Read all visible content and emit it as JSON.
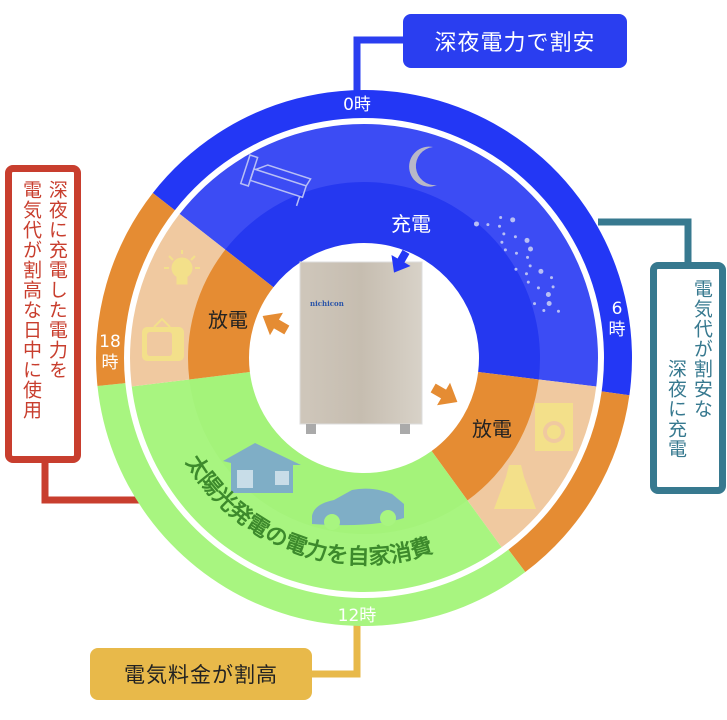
{
  "callouts": {
    "top": "深夜電力で割安",
    "bottom": "電気料金が割高",
    "right": [
      "電気代が割安な",
      "深夜に充電"
    ],
    "left": [
      "深夜に充電した電力を",
      "電気代が割高な日中に使用"
    ]
  },
  "hours": {
    "h0": "0時",
    "h6": [
      "6",
      "時"
    ],
    "h12": "12時",
    "h18": [
      "18",
      "時"
    ]
  },
  "labels": {
    "charge": "充電",
    "discharge_left": "放電",
    "discharge_right": "放電",
    "solar": "太陽光発電の電力を自家消費"
  },
  "battery": {
    "brand": "nichicon"
  },
  "colors": {
    "night_blue": "#2337f5",
    "night_blue_light": "#3c4cf4",
    "discharge_orange": "#e58c33",
    "discharge_orange_light": "#f0c9a0",
    "solar_green": "#a8f580",
    "callout_teal": "#37798f",
    "callout_red": "#c83e2e",
    "callout_yellow": "#e8b94a"
  }
}
